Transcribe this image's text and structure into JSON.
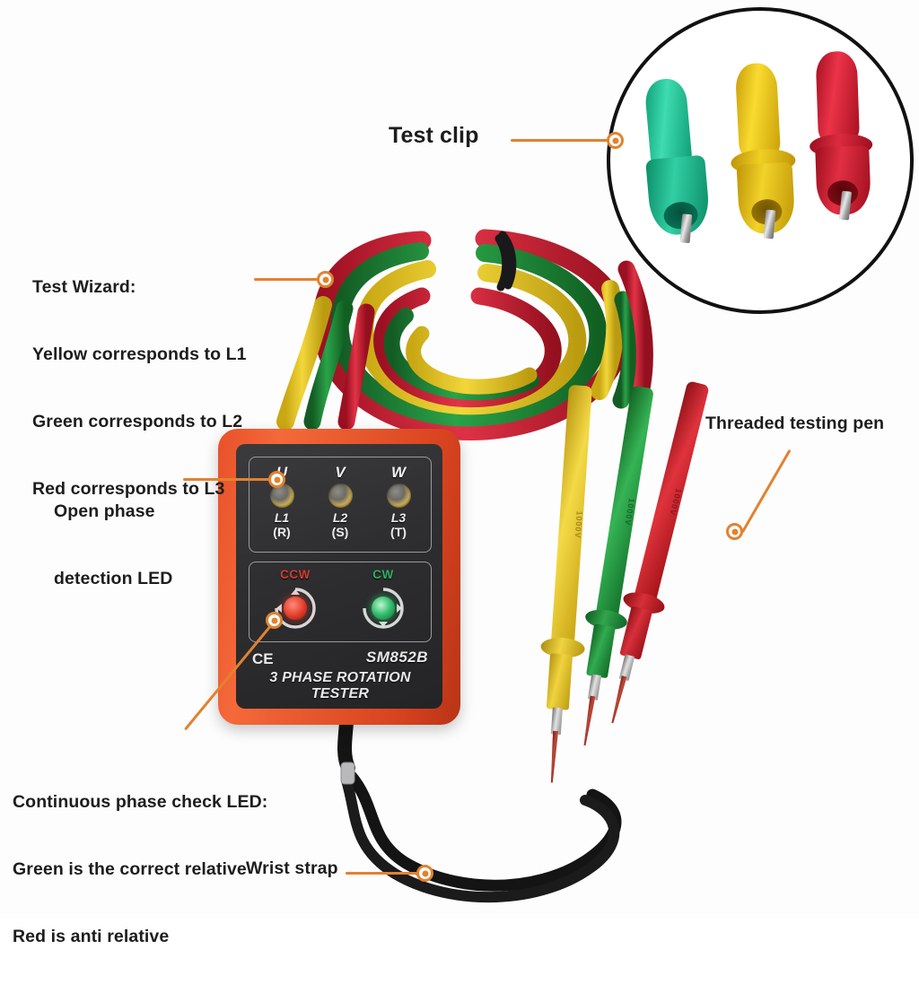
{
  "image": {
    "subject": "3-phase rotation tester product photo with annotation callouts",
    "background_color": "#ffffff",
    "callout_color": "#e2822f",
    "text_color": "#1d1d1d"
  },
  "callouts": [
    {
      "id": "test-clip",
      "lines": [
        "Test clip"
      ],
      "emphasis": "large"
    },
    {
      "id": "test-wizard",
      "lines": [
        "Test Wizard:",
        "Yellow corresponds to L1",
        "Green corresponds to L2",
        "Red corresponds to L3"
      ]
    },
    {
      "id": "open-phase-led",
      "lines": [
        "Open phase",
        "detection LED"
      ]
    },
    {
      "id": "continuous-phase-led",
      "lines": [
        "Continuous phase check LED:",
        "Green is the correct relative",
        "Red is anti relative"
      ]
    },
    {
      "id": "threaded-testing-pen",
      "lines": [
        "Threaded testing pen"
      ]
    },
    {
      "id": "wrist-strap",
      "lines": [
        "Wrist strap"
      ]
    }
  ],
  "device": {
    "model": "SM852B",
    "product_name": "3 PHASE ROTATION TESTER",
    "certification_mark": "CE",
    "housing_color": "#e8512a",
    "faceplate_color": "#2e2e30",
    "phase_leds": [
      {
        "letter": "U",
        "line": "L1",
        "terminal": "(R)"
      },
      {
        "letter": "V",
        "line": "L2",
        "terminal": "(S)"
      },
      {
        "letter": "W",
        "line": "L3",
        "terminal": "(T)"
      }
    ],
    "rotation_indicators": [
      {
        "label": "CCW",
        "color": "#d63a2f",
        "meaning": "anti relative"
      },
      {
        "label": "CW",
        "color": "#2fae62",
        "meaning": "correct relative"
      }
    ]
  },
  "test_clips": [
    {
      "name": "clip-green",
      "color": "#17b58a"
    },
    {
      "name": "clip-yellow",
      "color": "#f0c20a"
    },
    {
      "name": "clip-red",
      "color": "#d81f33"
    }
  ],
  "test_pens": [
    {
      "name": "probe-yellow",
      "color": "#e8c423",
      "marking": "1000V"
    },
    {
      "name": "probe-green",
      "color": "#1f9e3e",
      "marking": "1000V"
    },
    {
      "name": "probe-red",
      "color": "#cf1f26",
      "marking": "1000V"
    }
  ],
  "cables": [
    {
      "name": "cable-yellow",
      "color": "#e5c41f",
      "phase": "L1"
    },
    {
      "name": "cable-green",
      "color": "#1f8f37",
      "phase": "L2"
    },
    {
      "name": "cable-red",
      "color": "#d8243a",
      "phase": "L3"
    }
  ],
  "wrist_strap": {
    "color": "#141414"
  }
}
